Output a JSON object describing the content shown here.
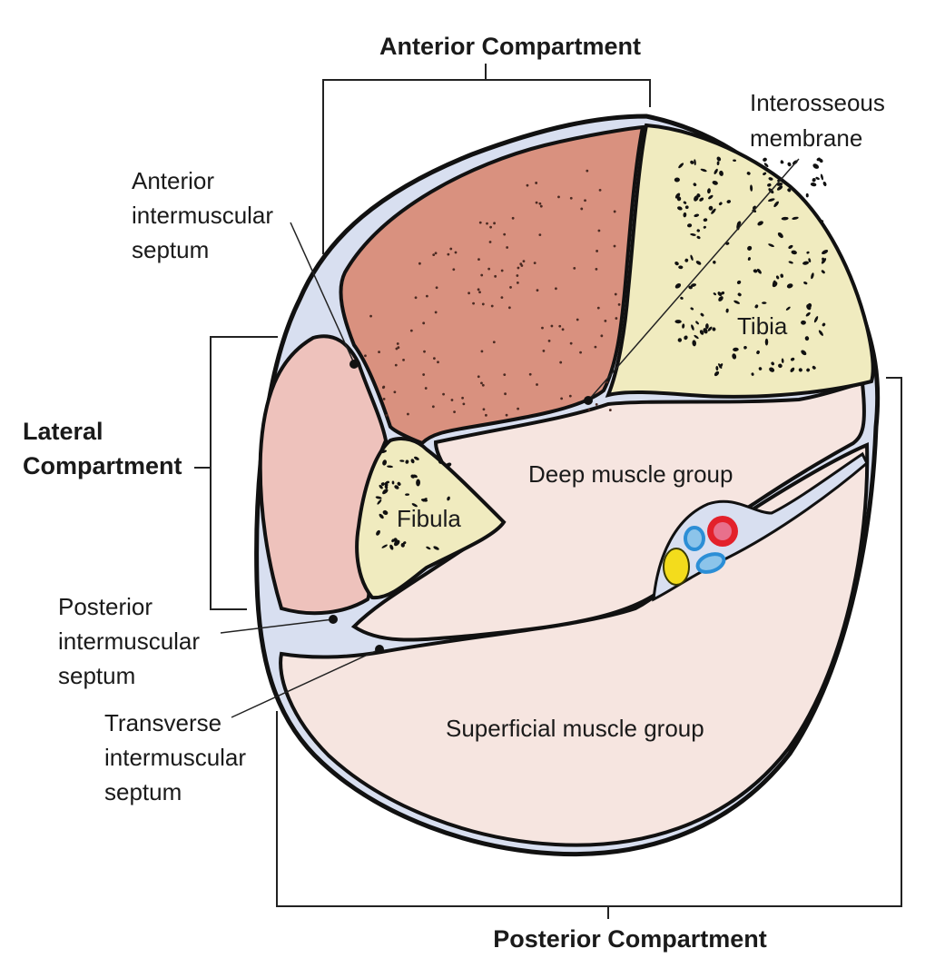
{
  "title": "Cross-section of the leg: fascial compartments",
  "compartments": {
    "anterior": "Anterior Compartment",
    "lateral": [
      "Lateral",
      "Compartment"
    ],
    "posterior": "Posterior Compartment"
  },
  "labels": {
    "interosseous_membrane": [
      "Interosseous",
      "membrane"
    ],
    "anterior_intermuscular_septum": [
      "Anterior",
      "intermuscular",
      "septum"
    ],
    "posterior_intermuscular_septum": [
      "Posterior",
      "intermuscular",
      "septum"
    ],
    "transverse_intermuscular_septum": [
      "Transverse",
      "intermuscular",
      "septum"
    ],
    "tibia": "Tibia",
    "fibula": "Fibula",
    "deep_muscle_group": "Deep muscle group",
    "superficial_muscle_group": "Superficial muscle group"
  },
  "colors": {
    "anterior_muscle": "#d9917f",
    "lateral_muscle": "#eec2bc",
    "posterior_muscle": "#f6e5e0",
    "bone": "#f0ebbf",
    "fascia": "#d8dff0",
    "outline": "#111111",
    "artery": "#e3212b",
    "artery_lumen": "#e8708c",
    "vein": "#3b9ad9",
    "nerve": "#f3dc1c"
  }
}
